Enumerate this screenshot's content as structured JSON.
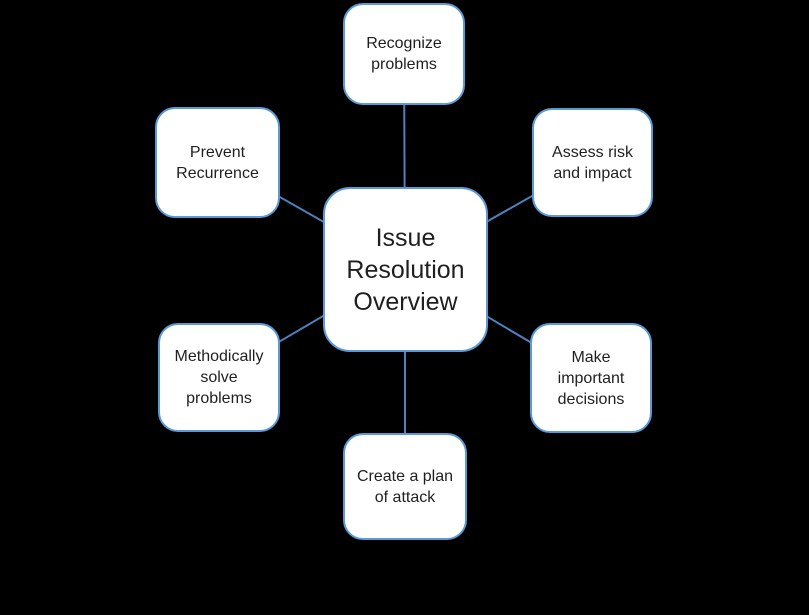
{
  "diagram": {
    "type": "radial",
    "center": {
      "id": "issue-resolution-overview",
      "label": "Issue Resolution Overview"
    },
    "nodes": [
      {
        "id": "recognize-problems",
        "label": "Recognize problems",
        "position": "top"
      },
      {
        "id": "assess-risk-and-impact",
        "label": "Assess risk and impact",
        "position": "top-right"
      },
      {
        "id": "make-important-decisions",
        "label": "Make important decisions",
        "position": "bottom-right"
      },
      {
        "id": "create-a-plan-of-attack",
        "label": "Create a plan of attack",
        "position": "bottom"
      },
      {
        "id": "methodically-solve-problems",
        "label": "Methodically solve problems",
        "position": "bottom-left"
      },
      {
        "id": "prevent-recurrence",
        "label": "Prevent Recurrence",
        "position": "top-left"
      }
    ],
    "colors": {
      "background": "#000000",
      "node_fill": "#ffffff",
      "node_border": "#5b9bd5",
      "connector": "#4f81bd",
      "text": "#1f1f1f"
    }
  }
}
